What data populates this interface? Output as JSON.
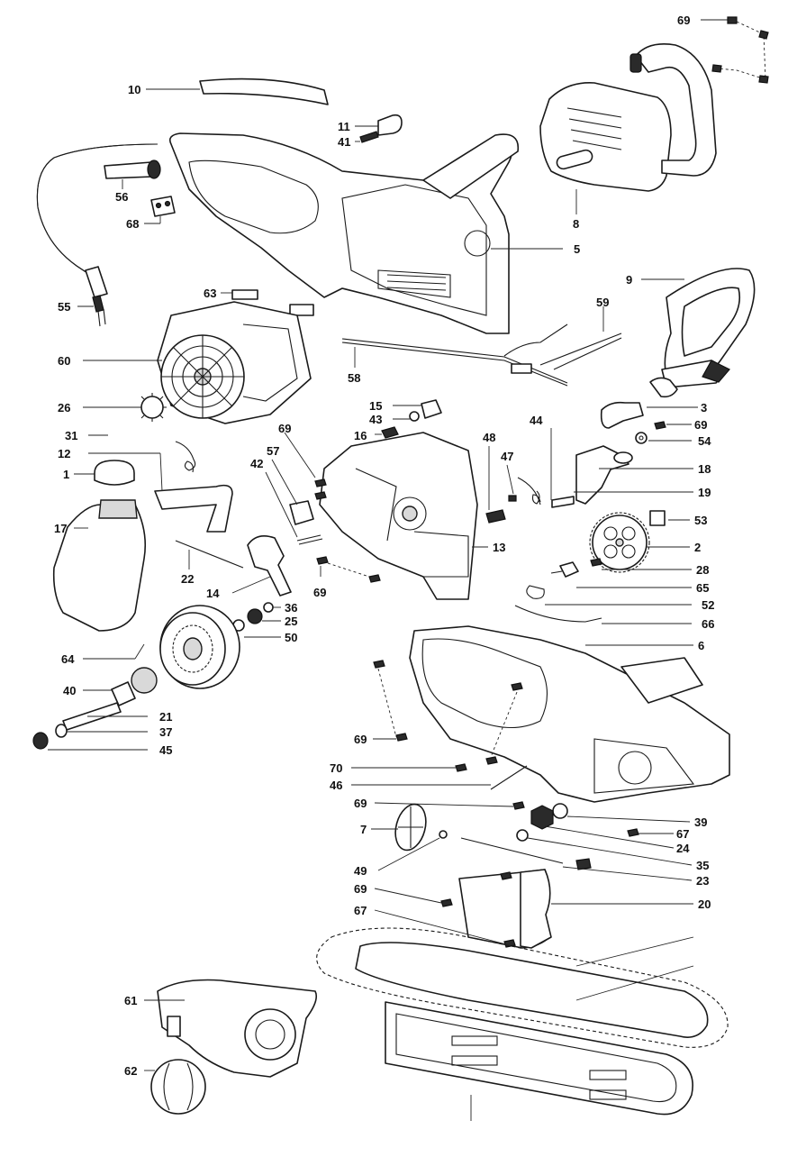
{
  "callouts": [
    {
      "id": "c69a",
      "text": "69"
    },
    {
      "id": "c10",
      "text": "10"
    },
    {
      "id": "c11",
      "text": "11"
    },
    {
      "id": "c41",
      "text": "41"
    },
    {
      "id": "c56",
      "text": "56"
    },
    {
      "id": "c68",
      "text": "68"
    },
    {
      "id": "c8",
      "text": "8"
    },
    {
      "id": "c5",
      "text": "5"
    },
    {
      "id": "c9",
      "text": "9"
    },
    {
      "id": "c55",
      "text": "55"
    },
    {
      "id": "c63",
      "text": "63"
    },
    {
      "id": "c59",
      "text": "59"
    },
    {
      "id": "c60",
      "text": "60"
    },
    {
      "id": "c58",
      "text": "58"
    },
    {
      "id": "c26",
      "text": "26"
    },
    {
      "id": "c15",
      "text": "15"
    },
    {
      "id": "c43",
      "text": "43"
    },
    {
      "id": "c3",
      "text": "3"
    },
    {
      "id": "c31",
      "text": "31"
    },
    {
      "id": "c69b",
      "text": "69"
    },
    {
      "id": "c16",
      "text": "16"
    },
    {
      "id": "c44",
      "text": "44"
    },
    {
      "id": "c69c",
      "text": "69"
    },
    {
      "id": "c48",
      "text": "48"
    },
    {
      "id": "c54",
      "text": "54"
    },
    {
      "id": "c12",
      "text": "12"
    },
    {
      "id": "c57",
      "text": "57"
    },
    {
      "id": "c47",
      "text": "47"
    },
    {
      "id": "c42",
      "text": "42"
    },
    {
      "id": "c18",
      "text": "18"
    },
    {
      "id": "c1",
      "text": "1"
    },
    {
      "id": "c19",
      "text": "19"
    },
    {
      "id": "c17",
      "text": "17"
    },
    {
      "id": "c53",
      "text": "53"
    },
    {
      "id": "c13",
      "text": "13"
    },
    {
      "id": "c2",
      "text": "2"
    },
    {
      "id": "c22",
      "text": "22"
    },
    {
      "id": "c28",
      "text": "28"
    },
    {
      "id": "c14",
      "text": "14"
    },
    {
      "id": "c69d",
      "text": "69"
    },
    {
      "id": "c65",
      "text": "65"
    },
    {
      "id": "c52",
      "text": "52"
    },
    {
      "id": "c36",
      "text": "36"
    },
    {
      "id": "c25",
      "text": "25"
    },
    {
      "id": "c66",
      "text": "66"
    },
    {
      "id": "c50",
      "text": "50"
    },
    {
      "id": "c6",
      "text": "6"
    },
    {
      "id": "c64",
      "text": "64"
    },
    {
      "id": "c40",
      "text": "40"
    },
    {
      "id": "c21",
      "text": "21"
    },
    {
      "id": "c37",
      "text": "37"
    },
    {
      "id": "c45",
      "text": "45"
    },
    {
      "id": "c69e",
      "text": "69"
    },
    {
      "id": "c70",
      "text": "70"
    },
    {
      "id": "c46",
      "text": "46"
    },
    {
      "id": "c69f",
      "text": "69"
    },
    {
      "id": "c39",
      "text": "39"
    },
    {
      "id": "c7",
      "text": "7"
    },
    {
      "id": "c67a",
      "text": "67"
    },
    {
      "id": "c24",
      "text": "24"
    },
    {
      "id": "c35",
      "text": "35"
    },
    {
      "id": "c49",
      "text": "49"
    },
    {
      "id": "c23",
      "text": "23"
    },
    {
      "id": "c69g",
      "text": "69"
    },
    {
      "id": "c20",
      "text": "20"
    },
    {
      "id": "c67b",
      "text": "67"
    },
    {
      "id": "c61",
      "text": "61"
    },
    {
      "id": "c62",
      "text": "62"
    }
  ]
}
